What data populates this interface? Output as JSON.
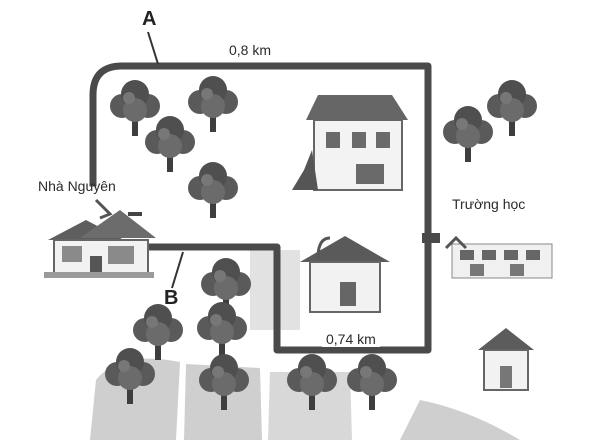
{
  "labels": {
    "route_a": "A",
    "route_b": "B",
    "dist_top": "0,8 km",
    "dist_bottom": "0,74 km",
    "home": "Nhà Nguyên",
    "school": "Trường học"
  },
  "colors": {
    "road": "#4a4a4a",
    "tree": "#555555",
    "trunk": "#3e3e3e",
    "roof": "#6a6a6a",
    "wall": "#f4f4f4",
    "ground": "#bdbdbd"
  },
  "icons": [
    "house-icon",
    "tree-icon",
    "school-icon",
    "building-icon"
  ]
}
